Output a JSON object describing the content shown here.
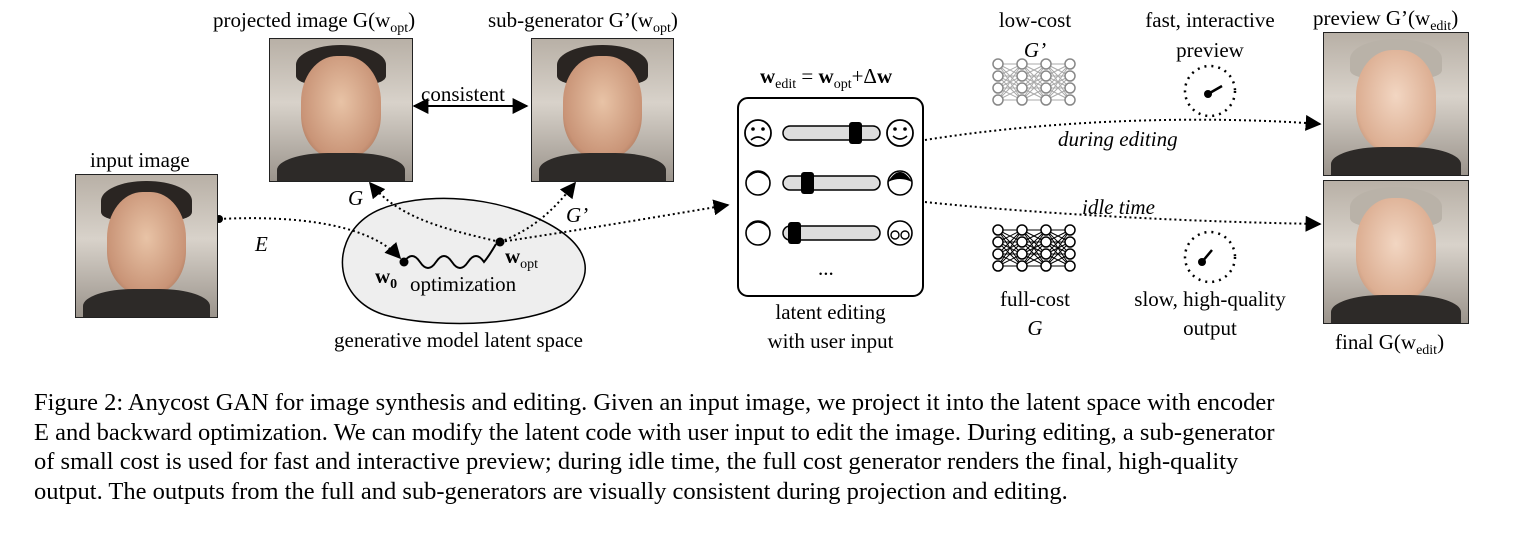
{
  "labels": {
    "input_image": "input image",
    "projected_image": "projected image G(w",
    "projected_image_sub": "opt",
    "sub_generator": "sub-generator G’(w",
    "sub_generator_sub": "opt",
    "consistent": "consistent",
    "E": "E",
    "G": "G",
    "Gprime": "G’",
    "w0": "w",
    "w0_sub": "0",
    "wopt": "w",
    "wopt_sub": "opt",
    "optimization": "optimization",
    "latent_space": "generative model latent space",
    "wedit_eq_1": "w",
    "wedit_eq_sub1": "edit",
    "wedit_eq_2": " = ",
    "wedit_eq_3": "w",
    "wedit_eq_sub2": "opt",
    "wedit_eq_4": "+Δ",
    "wedit_eq_5": "w",
    "ellipsis": "...",
    "latent_editing_1": "latent editing",
    "latent_editing_2": "with user input",
    "low_cost": "low-cost",
    "low_cost_G": "G’",
    "full_cost": "full-cost",
    "full_cost_G": "G",
    "fast_1": "fast, interactive",
    "fast_2": "preview",
    "slow_1": "slow, high-quality",
    "slow_2": "output",
    "during_editing": "during editing",
    "idle_time": "idle time",
    "preview": "preview G’(w",
    "preview_sub": "edit",
    "final": "final G(w",
    "final_sub": "edit"
  },
  "caption": {
    "line1": "Figure 2: Anycost GAN for image synthesis and editing. Given an input image, we project it into the latent space with encoder",
    "line2": "E and backward optimization. We can modify the latent code with user input to edit the image. During editing, a sub-generator",
    "line3": "of small cost is used for fast and interactive preview; during idle time, the full cost generator renders the final, high-quality",
    "line4": "output. The outputs from the full and sub-generators are visually consistent during projection and editing."
  }
}
